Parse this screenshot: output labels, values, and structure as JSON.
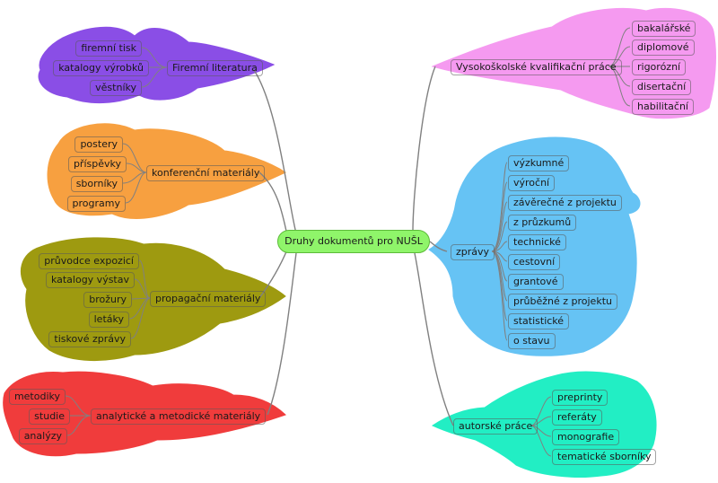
{
  "center": "Druhy dokumentů pro NUŠL",
  "branches": {
    "firemni": {
      "color": "#8a4ee6",
      "label": "Firemní literatura",
      "items": [
        "firemní tisk",
        "katalogy výrobků",
        "věstníky"
      ]
    },
    "konference": {
      "color": "#f7a040",
      "label": "konferenční materiály",
      "items": [
        "postery",
        "příspěvky",
        "sborníky",
        "programy"
      ]
    },
    "propagacni": {
      "color": "#9e9a10",
      "label": "propagační materiály",
      "items": [
        "průvodce expozicí",
        "katalogy výstav",
        "brožury",
        "letáky",
        "tiskové zprávy"
      ]
    },
    "analyticke": {
      "color": "#f03c3c",
      "label": "analytické a metodické  materiály",
      "items": [
        "metodiky",
        "studie",
        "analýzy"
      ]
    },
    "vskp": {
      "color": "#f59af0",
      "label": "Vysokoškolské kvalifikační práce",
      "items": [
        "bakalářské",
        "diplomové",
        "rigorózní",
        "disertační",
        "habilitační"
      ]
    },
    "zpravy": {
      "color": "#66c3f4",
      "label": "zprávy",
      "items": [
        "výzkumné",
        "výroční",
        "závěrečné z projektu",
        "z průzkumů",
        "technické",
        "cestovní",
        "grantové",
        "průběžné z projektu",
        "statistické",
        "o stavu"
      ]
    },
    "autorske": {
      "color": "#22eec4",
      "label": "autorské práce",
      "items": [
        "preprinty",
        "referáty",
        "monografie",
        "tematické sborníky"
      ]
    }
  }
}
